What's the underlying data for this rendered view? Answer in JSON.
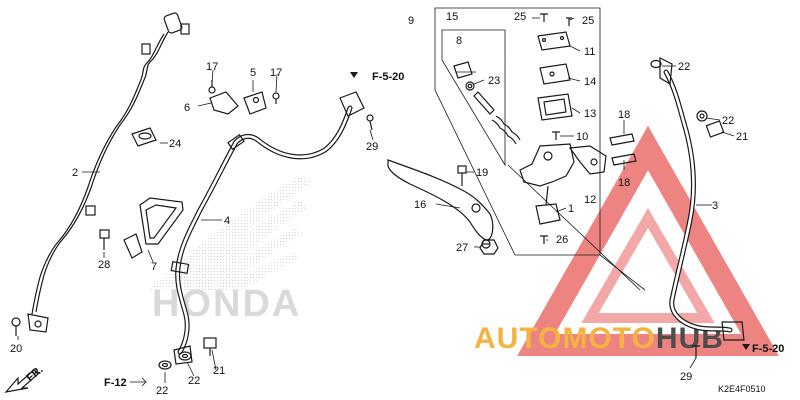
{
  "diagram": {
    "code": "K2E4F0510",
    "refs": {
      "top": "F-5-20",
      "bottom_right": "F-5-20",
      "bottom_left": "F-12",
      "direction": "FR."
    },
    "brand_bg": "HONDA",
    "watermark": {
      "auto": "AUTO",
      "moto": "MOTO",
      "hub": "HUB",
      "color_red": "#e8615f",
      "color_gold": "#f4b342",
      "color_dark": "#4d4d4d"
    },
    "labels": {
      "n1": "1",
      "n2": "2",
      "n3": "3",
      "n4": "4",
      "n5": "5",
      "n6": "6",
      "n7": "7",
      "n8": "8",
      "n9": "9",
      "n10": "10",
      "n11": "11",
      "n12": "12",
      "n13": "13",
      "n14": "14",
      "n15": "15",
      "n16": "16",
      "n17a": "17",
      "n17b": "17",
      "n18a": "18",
      "n18b": "18",
      "n19": "19",
      "n20": "20",
      "n21a": "21",
      "n21b": "21",
      "n22a": "22",
      "n22b": "22",
      "n22c": "22",
      "n22d": "22",
      "n23": "23",
      "n24": "24",
      "n25a": "25",
      "n25b": "25",
      "n26": "26",
      "n27": "27",
      "n28": "28",
      "n29a": "29",
      "n29b": "29"
    }
  }
}
